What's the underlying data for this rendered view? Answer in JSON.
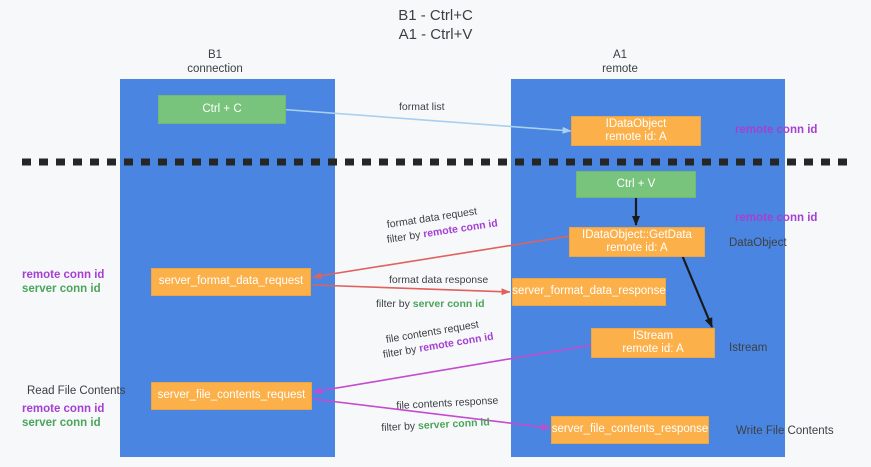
{
  "title": {
    "line1": "B1 - Ctrl+C",
    "line2": "A1 - Ctrl+V"
  },
  "columns": [
    {
      "id": "b1",
      "name": "B1",
      "role": "connection"
    },
    {
      "id": "a1",
      "name": "A1",
      "role": "remote"
    }
  ],
  "nodes": {
    "ctrl_c": {
      "line1": "Ctrl + C",
      "line2": ""
    },
    "idataobject": {
      "line1": "IDataObject",
      "line2": "remote id: A"
    },
    "ctrl_v": {
      "line1": "Ctrl + V",
      "line2": ""
    },
    "getdata": {
      "line1": "IDataObject::GetData",
      "line2": "remote id: A"
    },
    "istream": {
      "line1": "IStream",
      "line2": "remote id: A"
    },
    "server_format_data_request": {
      "line1": "server_format_data_request",
      "line2": ""
    },
    "server_format_data_response": {
      "line1": "server_format_data_response",
      "line2": ""
    },
    "server_file_contents_request": {
      "line1": "server_file_contents_request",
      "line2": ""
    },
    "server_file_contents_response": {
      "line1": "server_file_contents_response",
      "line2": ""
    }
  },
  "arrow_captions": {
    "format_list": "format list",
    "format_data_request": "format data request",
    "format_data_request_filter_a": "filter by ",
    "format_data_request_filter_b": "remote conn id",
    "format_data_response": "format data response",
    "format_data_response_filter_a": "filter by ",
    "format_data_response_filter_b": "server conn id",
    "file_contents_request": "file contents request",
    "file_contents_request_filter_a": "filter by ",
    "file_contents_request_filter_b": "remote conn id",
    "file_contents_response": "file contents response",
    "file_contents_response_filter_a": "filter by ",
    "file_contents_response_filter_b": "server conn id"
  },
  "side_labels": {
    "right_remote_conn_id_top": "remote conn id",
    "right_remote_conn_id_mid": "remote conn id",
    "right_dataobject": "DataObject",
    "right_istream": "Istream",
    "right_write_file_contents": "Write File Contents",
    "left_remote_conn_id_1": "remote conn id",
    "left_server_conn_id_1": "server conn id",
    "left_read_file_contents": "Read File Contents",
    "left_remote_conn_id_2": "remote conn id",
    "left_server_conn_id_2": "server conn id"
  },
  "colors": {
    "lane": "#4a86e1",
    "node_green": "#78c47c",
    "node_orange": "#fbb04a",
    "background": "#f7f8fa",
    "arrow_light_blue": "#a8d0f0",
    "arrow_red": "#e0615e",
    "arrow_purple": "#c44ad0",
    "arrow_black": "#1a1a1a",
    "text_purple": "#a53fd4",
    "text_green": "#4ba45b",
    "divider": "#262626"
  }
}
